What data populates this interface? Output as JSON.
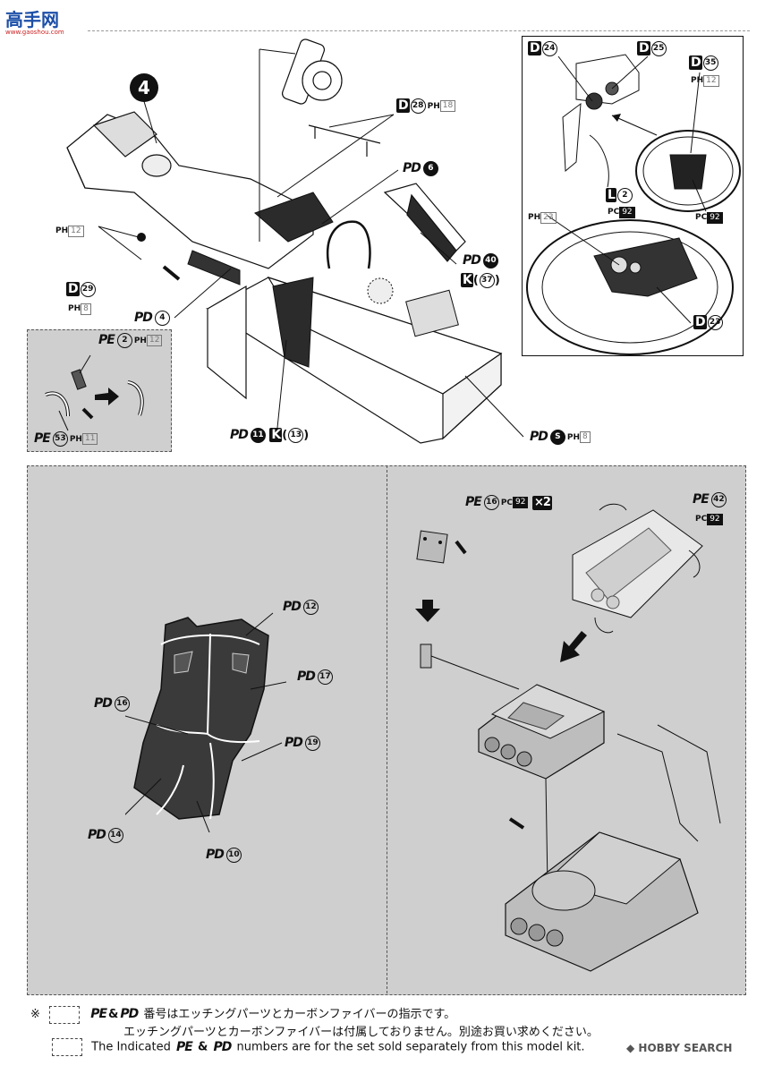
{
  "watermark_top": {
    "main": "高手网",
    "sub": "www.gaoshou.com"
  },
  "step": {
    "number": "4"
  },
  "main_labels": {
    "d28": {
      "letter": "D",
      "num": "28",
      "ph": "PH",
      "phnum": "18"
    },
    "pd6": {
      "tag": "PD",
      "num": "6"
    },
    "ph12_left": {
      "ph": "PH",
      "num": "12"
    },
    "d29": {
      "letter": "D",
      "num": "29",
      "ph": "PH",
      "phnum": "8"
    },
    "pd4": {
      "tag": "PD",
      "num": "4"
    },
    "pd40": {
      "tag": "PD",
      "num": "40",
      "k": "K",
      "knum": "37",
      "open": "(",
      "close": ")"
    },
    "pd11": {
      "tag": "PD",
      "num": "11",
      "k": "K",
      "knum": "13",
      "open": "(",
      "close": ")"
    },
    "pds": {
      "tag": "PD",
      "num": "S",
      "ph": "PH",
      "phnum": "8"
    }
  },
  "pe_inset": {
    "pe2": {
      "tag": "PE",
      "num": "2",
      "ph": "PH",
      "phnum": "12"
    },
    "pe53": {
      "tag": "PE",
      "num": "53",
      "ph": "PH",
      "phnum": "11"
    }
  },
  "steering_inset": {
    "d24": {
      "letter": "D",
      "num": "24"
    },
    "d25": {
      "letter": "D",
      "num": "25"
    },
    "d35": {
      "letter": "D",
      "num": "35",
      "ph": "PH",
      "phnum": "12"
    },
    "l2": {
      "letter": "L",
      "num": "2",
      "pc": "PC",
      "pcnum": "92"
    },
    "pc92_right": {
      "pc": "PC",
      "num": "92"
    },
    "ph23": {
      "ph": "PH",
      "num": "23"
    },
    "d23": {
      "letter": "D",
      "num": "23"
    }
  },
  "seat_panel": {
    "pd12": {
      "tag": "PD",
      "num": "12"
    },
    "pd17": {
      "tag": "PD",
      "num": "17"
    },
    "pd16": {
      "tag": "PD",
      "num": "16"
    },
    "pd19": {
      "tag": "PD",
      "num": "19"
    },
    "pd14": {
      "tag": "PD",
      "num": "14"
    },
    "pd10": {
      "tag": "PD",
      "num": "10"
    }
  },
  "pe_panel": {
    "pe16": {
      "tag": "PE",
      "num": "16",
      "pc": "PC",
      "pcnum": "92",
      "qty": "×2"
    },
    "pe42": {
      "tag": "PE",
      "num": "42",
      "pc": "PC",
      "pcnum": "92"
    }
  },
  "footer": {
    "mark": "※",
    "jp_line1": "番号はエッチングパーツとカーボンファイバーの指示です。",
    "jp_line2": "エッチングパーツとカーボンファイバーは付属しておりません。別途お買い求めください。",
    "pe_tag": "PE",
    "amp": "&",
    "pd_tag": "PD",
    "en_prefix": "The Indicated",
    "en_suffix": "numbers are for the set sold separately from this model kit.",
    "brand": "HOBBY SEARCH"
  },
  "colors": {
    "panel": "#cfcfcf",
    "ink": "#111111",
    "carbon": "#3a3a3a"
  }
}
